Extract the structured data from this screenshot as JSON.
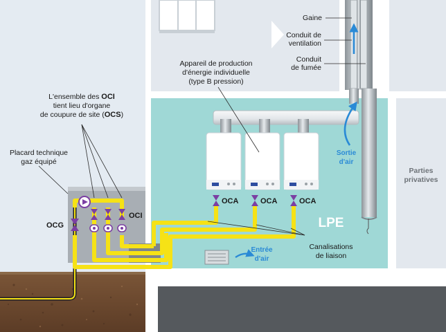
{
  "labels": {
    "gaine": "Gaine",
    "conduit_ventilation": [
      "Conduit de",
      "ventilation"
    ],
    "conduit_fumee": [
      "Conduit",
      "de fumée"
    ],
    "appareil": [
      "Appareil de production",
      "d'énergie individuelle",
      "(type B pression)"
    ],
    "ensemble_oci": [
      "L'ensemble des",
      "OCI",
      "tient lieu d'organe",
      "de coupure de site (",
      "OCS",
      ")"
    ],
    "placard": [
      "Placard technique",
      "gaz équipé"
    ],
    "ocg": "OCG",
    "oci": "OCI",
    "oca": "OCA",
    "lpe": "LPE",
    "sortie_air": [
      "Sortie",
      "d'air"
    ],
    "entree_air": [
      "Entrée",
      "d'air"
    ],
    "canalisations": [
      "Canalisations",
      "de liaison"
    ],
    "parties_privatives": [
      "Parties",
      "privatives"
    ]
  },
  "colors": {
    "sky": "#e4ebf2",
    "building": "#ffffff",
    "lpe_room": "#9fd8d6",
    "gas_pipe": "#f6e216",
    "valve": "#7b3fa3",
    "air_arrow": "#2a8ad6",
    "ground": "#6e4a31",
    "dark_floor": "#55595d"
  }
}
